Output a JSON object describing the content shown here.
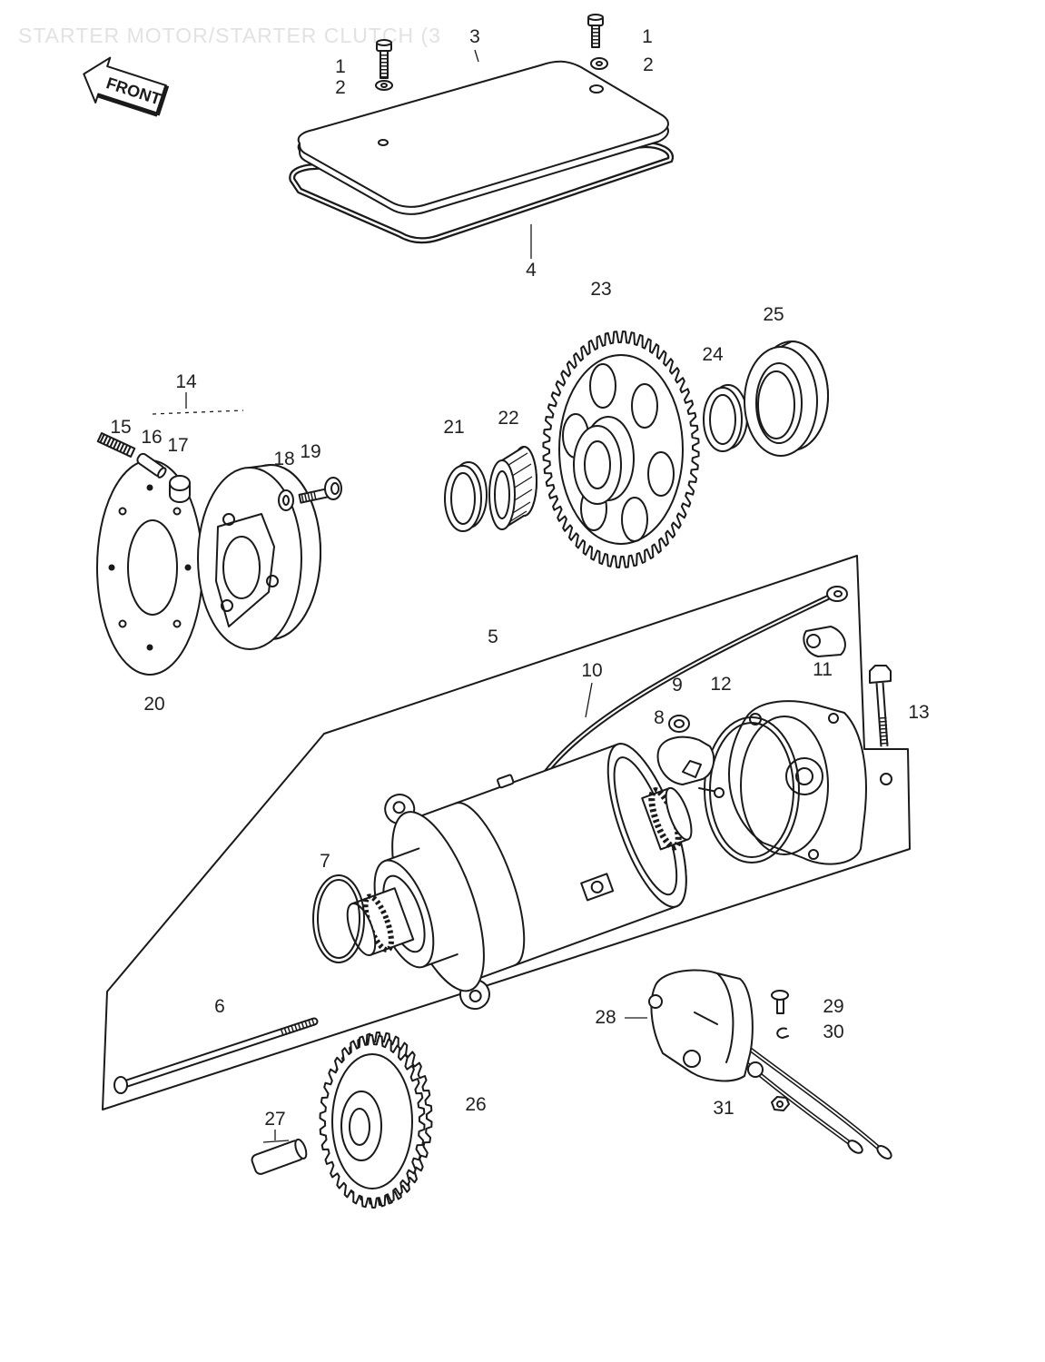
{
  "title": "STARTER MOTOR/STARTER CLUTCH (3",
  "front_label": "FRONT",
  "callouts": [
    "1",
    "2",
    "3",
    "1",
    "2",
    "4",
    "23",
    "25",
    "24",
    "14",
    "15",
    "16",
    "17",
    "18",
    "19",
    "21",
    "22",
    "20",
    "5",
    "10",
    "9",
    "12",
    "11",
    "13",
    "8",
    "7",
    "6",
    "28",
    "29",
    "30",
    "26",
    "27",
    "31"
  ],
  "colors": {
    "ink": "#1a1a1a",
    "paper": "#ffffff",
    "title": "#e2e2e2"
  }
}
